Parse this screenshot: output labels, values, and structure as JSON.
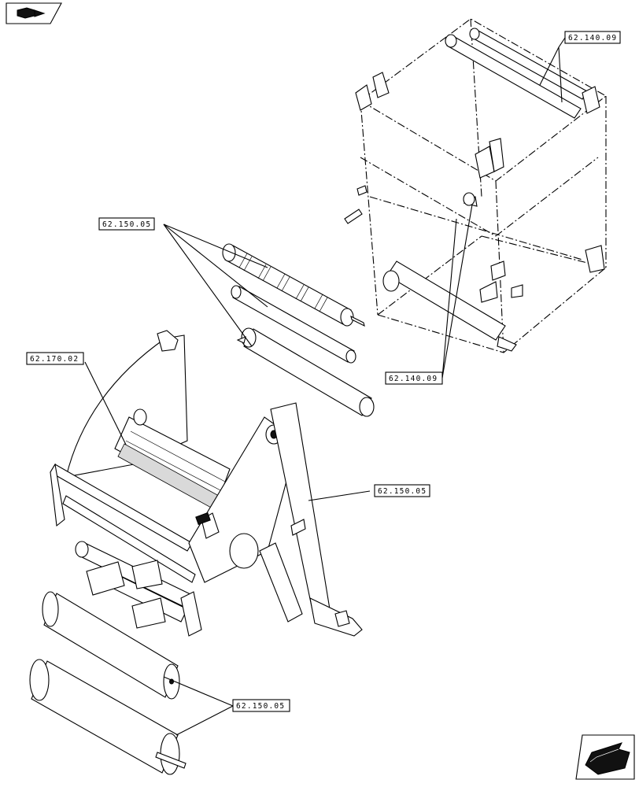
{
  "callouts": {
    "c1": "62.140.09",
    "c2": "62.150.05",
    "c3": "62.140.09",
    "c4": "62.170.02",
    "c5": "62.150.05",
    "c6": "62.150.05"
  },
  "icons": {
    "top_left": "parts-kit-icon",
    "bottom_right": "next-page-arrow-icon"
  }
}
